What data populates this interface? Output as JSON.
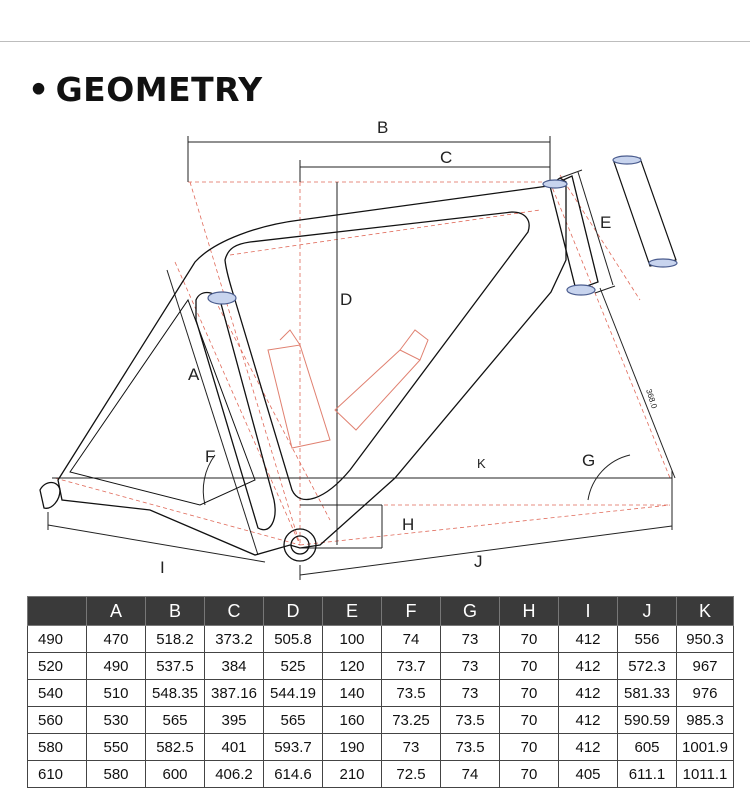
{
  "heading": {
    "bullet": "•",
    "title": "GEOMETRY"
  },
  "diagram": {
    "labels": {
      "A": "A",
      "B": "B",
      "C": "C",
      "D": "D",
      "E": "E",
      "F": "F",
      "G": "G",
      "H": "H",
      "I": "I",
      "J": "J",
      "K": "K",
      "fork_length": "368.0"
    },
    "colors": {
      "frame": "#111111",
      "guide": "#e06a5a",
      "bottle": "#e08070",
      "bearing": "#8aa0d0"
    }
  },
  "table": {
    "headers": [
      "",
      "A",
      "B",
      "C",
      "D",
      "E",
      "F",
      "G",
      "H",
      "I",
      "J",
      "K"
    ],
    "rows": [
      [
        "490",
        "470",
        "518.2",
        "373.2",
        "505.8",
        "100",
        "74",
        "73",
        "70",
        "412",
        "556",
        "950.3"
      ],
      [
        "520",
        "490",
        "537.5",
        "384",
        "525",
        "120",
        "73.7",
        "73",
        "70",
        "412",
        "572.3",
        "967"
      ],
      [
        "540",
        "510",
        "548.35",
        "387.16",
        "544.19",
        "140",
        "73.5",
        "73",
        "70",
        "412",
        "581.33",
        "976"
      ],
      [
        "560",
        "530",
        "565",
        "395",
        "565",
        "160",
        "73.25",
        "73.5",
        "70",
        "412",
        "590.59",
        "985.3"
      ],
      [
        "580",
        "550",
        "582.5",
        "401",
        "593.7",
        "190",
        "73",
        "73.5",
        "70",
        "412",
        "605",
        "1001.9"
      ],
      [
        "610",
        "580",
        "600",
        "406.2",
        "614.6",
        "210",
        "72.5",
        "74",
        "70",
        "405",
        "611.1",
        "1011.1"
      ]
    ]
  }
}
